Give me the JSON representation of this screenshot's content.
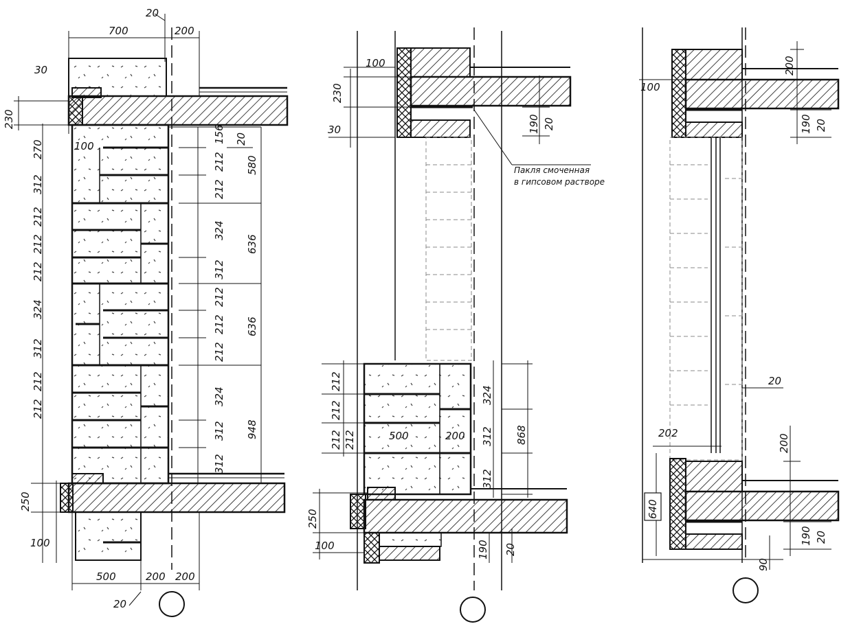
{
  "drawing": {
    "detail_a": {
      "dims_top": [
        "700",
        "20",
        "200"
      ],
      "dims_left": [
        "30",
        "230",
        "270",
        "100",
        "312",
        "212",
        "212",
        "212",
        "324",
        "312",
        "212",
        "212",
        "250",
        "100"
      ],
      "dims_right_inner": [
        "156",
        "212",
        "212",
        "324",
        "312",
        "212",
        "212",
        "212",
        "324",
        "312",
        "312"
      ],
      "dims_right_outer": [
        "20",
        "580",
        "636",
        "636",
        "948"
      ],
      "dims_bottom": [
        "500",
        "200",
        "200",
        "20"
      ]
    },
    "detail_b": {
      "dims_left": [
        "100",
        "230",
        "30",
        "212",
        "212",
        "212",
        "212",
        "250",
        "100"
      ],
      "dims_inside": [
        "500",
        "200"
      ],
      "dims_right": [
        "190",
        "20",
        "324",
        "312",
        "312",
        "868",
        "190",
        "20"
      ],
      "note_line1": "Пакля смоченная",
      "note_line2": "в гипсовом растворе"
    },
    "detail_c": {
      "dims_left": [
        "100",
        "640"
      ],
      "dims_right": [
        "200",
        "190",
        "20",
        "20",
        "200",
        "190",
        "20"
      ],
      "dims_bottom": [
        "202",
        "90"
      ]
    }
  }
}
